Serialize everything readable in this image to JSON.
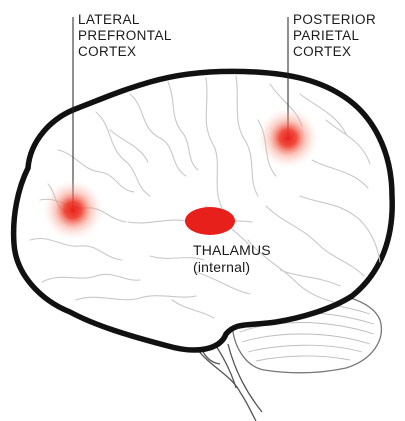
{
  "labels": {
    "lateral_prefrontal": [
      "LATERAL",
      "PREFRONTAL",
      "CORTEX"
    ],
    "posterior_parietal": [
      "POSTERIOR",
      "PARIETAL",
      "CORTEX"
    ],
    "thalamus": [
      "THALAMUS",
      "(internal)"
    ]
  },
  "colors": {
    "highlight": "#e8201c",
    "outline": "#111111",
    "sulci": "#c8c8c8"
  }
}
